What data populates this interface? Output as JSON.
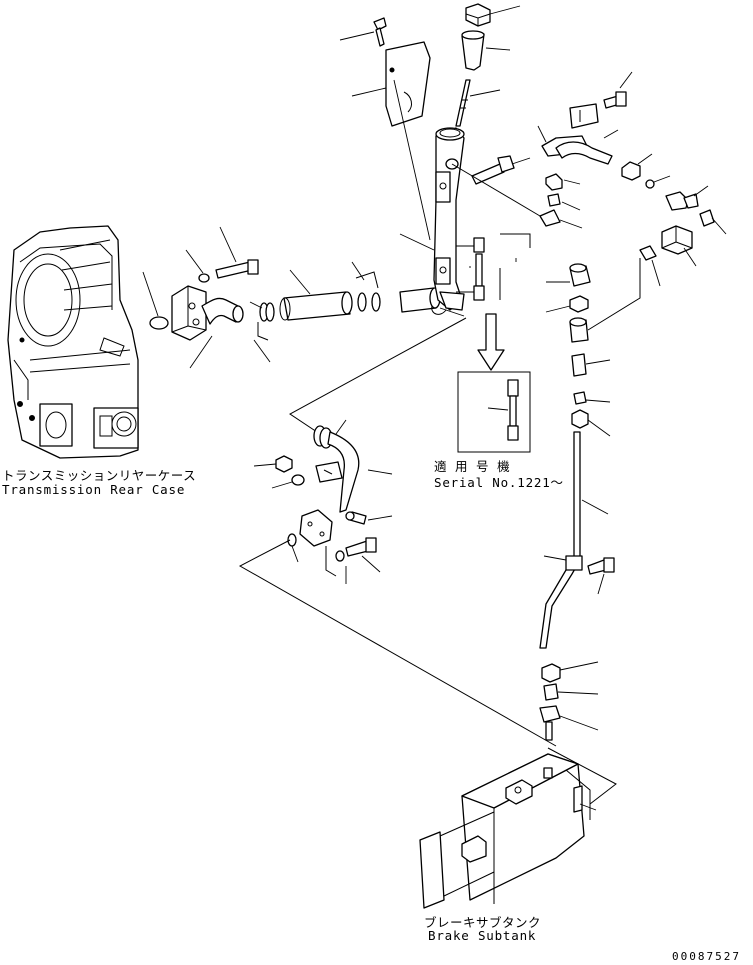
{
  "labels": {
    "transmission_jp": "トランスミッションリヤーケース",
    "transmission_en": "Transmission Rear Case",
    "serial_jp": "適 用 号 機",
    "serial_en": "Serial No.1221～",
    "subtank_jp": "ブレーキサブタンク",
    "subtank_en": "Brake Subtank",
    "drawing_code": "00087527"
  },
  "icons": [
    "transmission-case-icon",
    "flange-icon",
    "hose-icon",
    "clamp-icon",
    "bolt-icon",
    "washer-icon",
    "filler-pipe-icon",
    "cap-icon",
    "strainer-icon",
    "dipstick-icon",
    "sight-gauge-icon",
    "bracket-icon",
    "elbow-icon",
    "nut-icon",
    "adapter-icon",
    "tube-icon",
    "subtank-icon"
  ],
  "colors": {
    "ink": "#000000",
    "paper": "#ffffff"
  }
}
